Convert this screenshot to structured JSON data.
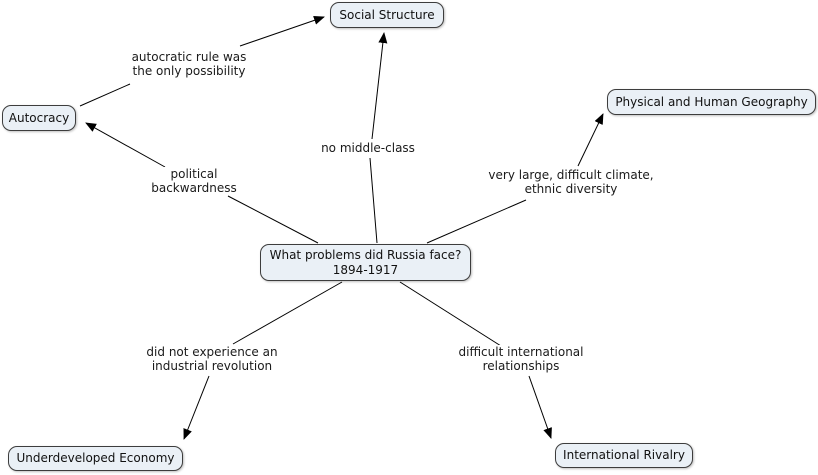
{
  "diagram": {
    "type": "concept-map",
    "colors": {
      "background": "#ffffff",
      "node_fill": "#eaf0f6",
      "node_border": "#3d3d3d",
      "edge_line": "#000000",
      "text": "#111111"
    },
    "center_node": {
      "line1": "What problems did Russia face?",
      "line2": "1894-1917"
    },
    "nodes": {
      "social_structure": {
        "label": "Social Structure"
      },
      "autocracy": {
        "label": "Autocracy"
      },
      "physical_geography": {
        "label": "Physical and Human Geography"
      },
      "underdeveloped_economy": {
        "label": "Underdeveloped Economy"
      },
      "international_rivalry": {
        "label": "International Rivalry"
      }
    },
    "edges": {
      "autocratic_rule": {
        "from": "autocracy",
        "to": "social_structure",
        "line1": "autocratic rule was",
        "line2": "the only possibility"
      },
      "no_middle_class": {
        "from": "center",
        "to": "social_structure",
        "line1": "no middle-class"
      },
      "political_backwardness": {
        "from": "center",
        "to": "autocracy",
        "line1": "political",
        "line2": "backwardness"
      },
      "geography_reason": {
        "from": "center",
        "to": "physical_geography",
        "line1": "very large, difficult climate,",
        "line2": "ethnic diversity"
      },
      "economy_reason": {
        "from": "center",
        "to": "underdeveloped_economy",
        "line1": "did not experience an",
        "line2": "industrial revolution"
      },
      "rivalry_reason": {
        "from": "center",
        "to": "international_rivalry",
        "line1": "difficult international",
        "line2": "relationships"
      }
    }
  }
}
